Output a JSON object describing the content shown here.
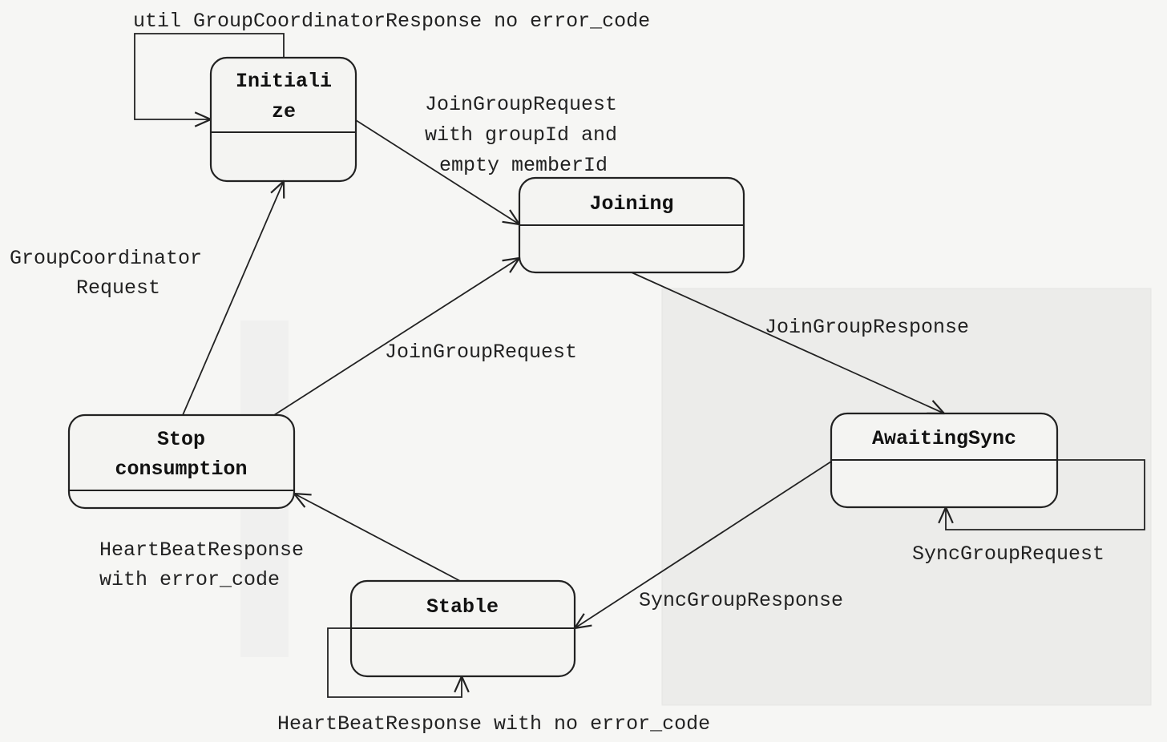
{
  "states": {
    "initialize": {
      "line1": "Initiali",
      "line2": "ze"
    },
    "joining": {
      "name": "Joining"
    },
    "awaiting_sync": {
      "name": "AwaitingSync"
    },
    "stop_consumption": {
      "line1": "Stop",
      "line2": "consumption"
    },
    "stable": {
      "name": "Stable"
    }
  },
  "transitions": {
    "initialize_self": "util GroupCoordinatorResponse no error_code",
    "initialize_to_joining": {
      "line1": "JoinGroupRequest",
      "line2": "with groupId and",
      "line3": "empty memberId"
    },
    "stop_to_initialize": {
      "line1": "GroupCoordinator",
      "line2": "Request"
    },
    "stop_to_joining": "JoinGroupRequest",
    "joining_to_awaiting": "JoinGroupResponse",
    "awaiting_self": "SyncGroupRequest",
    "awaiting_to_stable": "SyncGroupResponse",
    "stable_to_stop": {
      "line1": "HeartBeatResponse",
      "line2": "with error_code"
    },
    "stable_self": "HeartBeatResponse with no error_code"
  }
}
